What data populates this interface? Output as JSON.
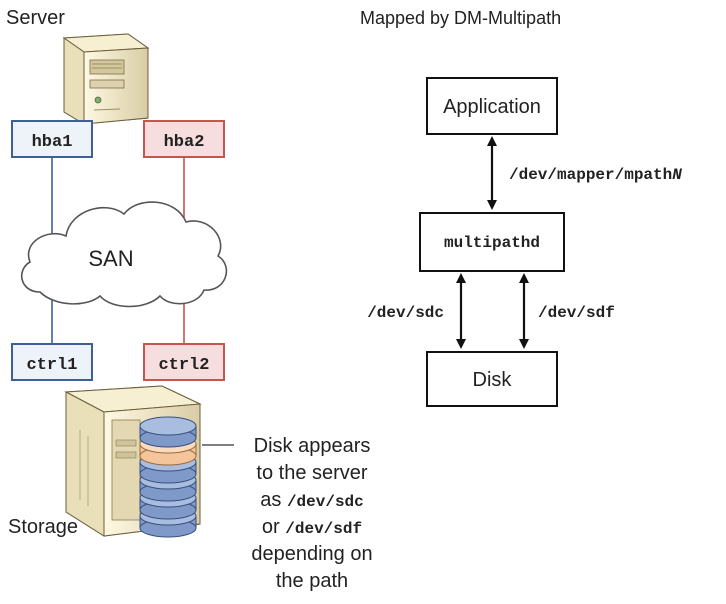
{
  "left": {
    "server_label": "Server",
    "storage_label": "Storage",
    "hba1": "hba1",
    "hba2": "hba2",
    "ctrl1": "ctrl1",
    "ctrl2": "ctrl2",
    "cloud_label": "SAN",
    "note": {
      "line1": "Disk appears",
      "line2": "to the server",
      "line3_prefix": "as ",
      "line3_code": "/dev/sdc",
      "line4_prefix": "or ",
      "line4_code": "/dev/sdf",
      "line5": "depending on",
      "line6": "the path"
    }
  },
  "right": {
    "title": "Mapped by DM-Multipath",
    "application": "Application",
    "mapper_path": "/dev/mapper/mpath",
    "mapper_suffix": "N",
    "multipathd": "multipathd",
    "path_sdc": "/dev/sdc",
    "path_sdf": "/dev/sdf",
    "disk": "Disk"
  },
  "colors": {
    "path1": "#3d5f9c",
    "path1_fill": "#eef2f9",
    "path2": "#c8544f",
    "path2_fill": "#f6dede",
    "disk_blue": "#7f9ac9",
    "disk_orange": "#f4c49a",
    "server_body": "#efe6c8"
  }
}
